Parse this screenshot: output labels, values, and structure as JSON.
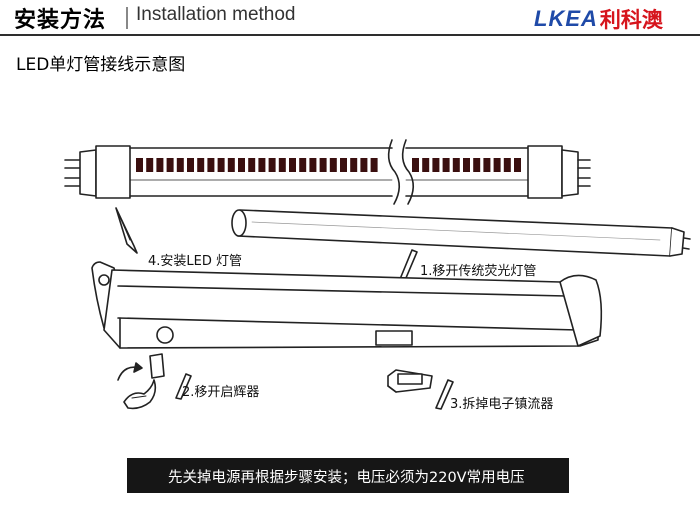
{
  "header": {
    "title": "安装方法",
    "subtitle": "Installation method",
    "logo_latin": "LKEA",
    "logo_cjk": "利科澳"
  },
  "subheading": "LED单灯管接线示意图",
  "steps": {
    "step1": "1.移开传统荧光灯管",
    "step2": "2.移开启辉器",
    "step3": "3.拆掉电子镇流器",
    "step4": "4.安装LED 灯管"
  },
  "warning": {
    "text": "先关掉电源再根据步骤安装；电压必须为220V常用电压",
    "icon": "warning-triangle-icon"
  },
  "colors": {
    "title": "#000000",
    "logo_blue": "#1f4aa8",
    "logo_red": "#d6141c",
    "warning_bg": "#161616",
    "warning_icon": "#f5c400",
    "led_chip": "#3a0f0f"
  }
}
